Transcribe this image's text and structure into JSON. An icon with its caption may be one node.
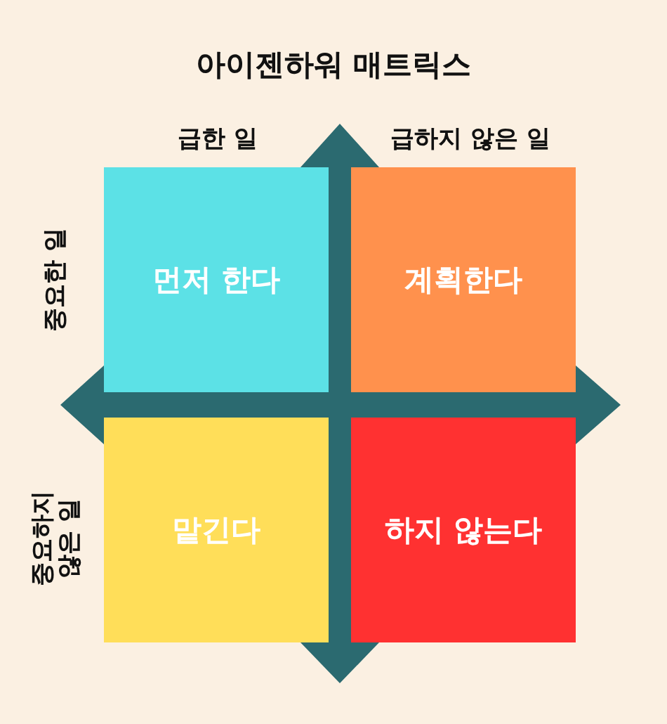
{
  "diagram": {
    "title": "아이젠하워 매트릭스",
    "nodes": [
      {
        "text": [
          "먼저 한다"
        ]
      },
      {
        "text": [
          "계획한다"
        ]
      },
      {
        "text": [
          "맡긴다"
        ]
      },
      {
        "text": [
          "하지 않는다"
        ]
      }
    ],
    "labels": [
      "급한 일",
      "급하지 않은 일",
      "중요한 일",
      "중요하지 않은 일"
    ]
  }
}
